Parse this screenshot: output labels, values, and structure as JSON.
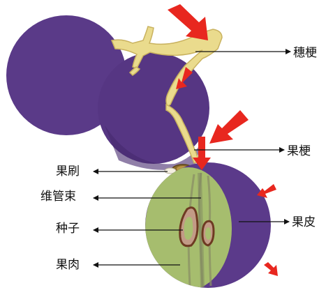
{
  "labels": {
    "suigeng": "穗梗",
    "guogeng": "果梗",
    "guoshua": "果刷",
    "weiguanshu": "维管束",
    "zhongzi": "种子",
    "guorou": "果肉",
    "guopi": "果皮"
  },
  "colors": {
    "grape_skin": "#5b3a8a",
    "grape_skin_dark": "#3f2766",
    "flesh": "#a6bd6e",
    "stem": "#e9d98a",
    "arrow_red": "#e8271f"
  }
}
